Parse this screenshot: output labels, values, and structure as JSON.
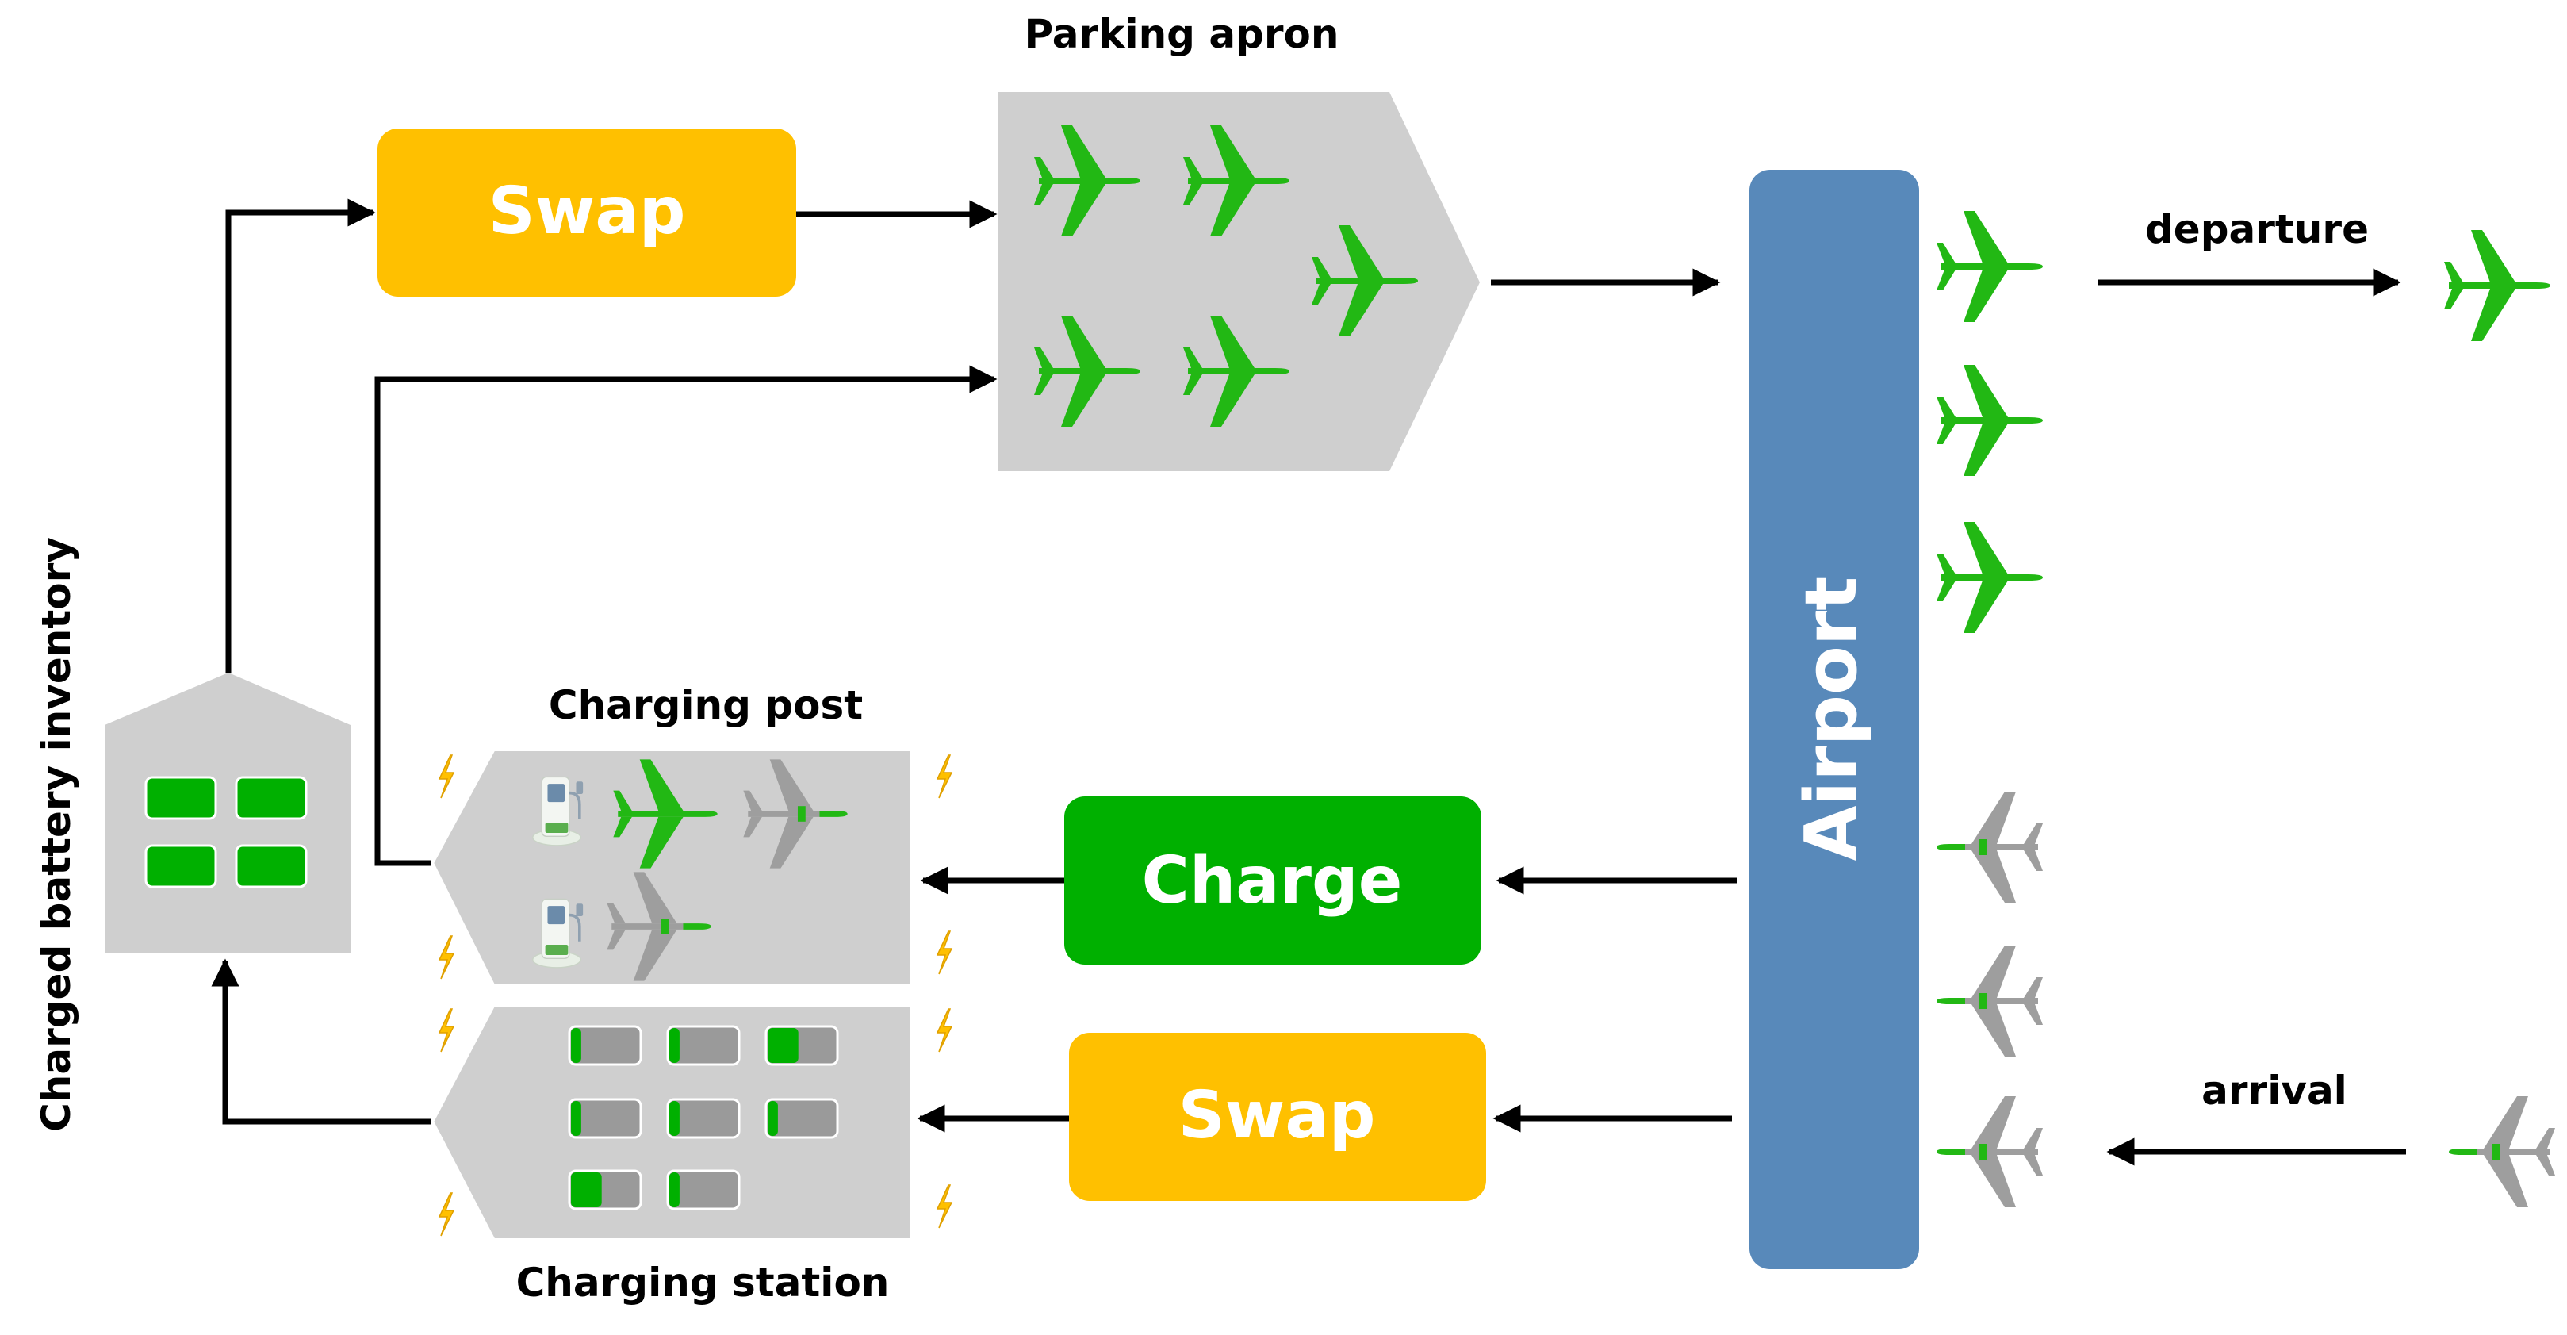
{
  "labels": {
    "parking_apron": "Parking apron",
    "swap_top": "Swap",
    "airport": "Airport",
    "departure": "departure",
    "arrival": "arrival",
    "charging_post": "Charging post",
    "charge": "Charge",
    "swap_bottom": "Swap",
    "charging_station": "Charging station",
    "battery_inventory": "Charged battery inventory"
  },
  "colors": {
    "swap_fill": "#FFC000",
    "charge_fill": "#00B000",
    "airport_fill": "#5889BA",
    "building_fill": "#CFCFCF",
    "plane_green": "#22B814",
    "plane_gray": "#9E9E9E",
    "battery_green": "#00B000",
    "battery_gray": "#9A9A9A",
    "bolt_yellow": "#FFC000",
    "arrow": "#000000"
  },
  "icons": {
    "plane": "airplane-icon",
    "bolt": "lightning-bolt-icon",
    "charger": "charging-post-icon",
    "battery": "battery-icon"
  },
  "station_battery_levels": [
    0.15,
    0.15,
    0.45,
    0.15,
    0.15,
    0.15,
    0.45,
    0.15
  ]
}
